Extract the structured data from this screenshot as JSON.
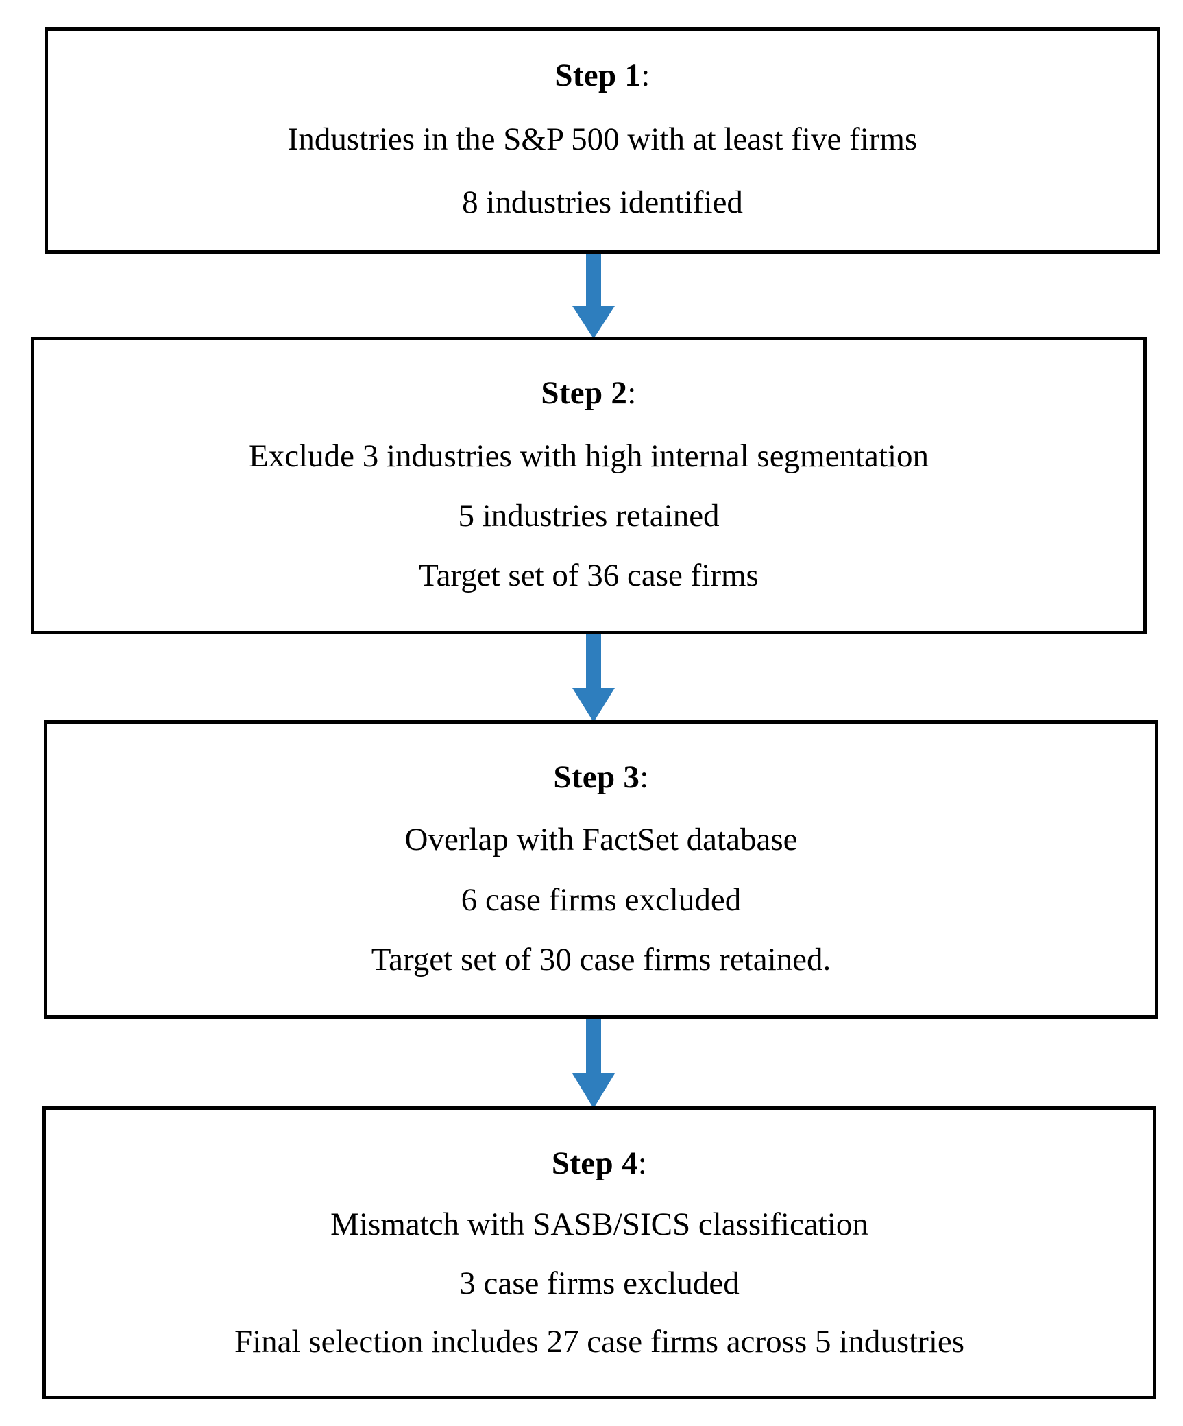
{
  "diagram": {
    "type": "flowchart",
    "orientation": "vertical",
    "accent_color": "#2E7EBE",
    "border_color": "#000000",
    "background_color": "#FFFFFF",
    "text_color": "#000000",
    "steps": [
      {
        "title": "Step 1",
        "colon": ":",
        "lines": [
          "Industries in the S&P 500 with at least five firms",
          "8 industries identified"
        ]
      },
      {
        "title": "Step 2",
        "colon": ":",
        "lines": [
          "Exclude 3 industries with high internal segmentation",
          "5 industries retained",
          "Target set of 36 case firms"
        ]
      },
      {
        "title": "Step 3",
        "colon": ":",
        "lines": [
          "Overlap with FactSet database",
          "6 case firms excluded",
          "Target set of 30 case firms retained."
        ]
      },
      {
        "title": "Step 4",
        "colon": ":",
        "lines": [
          "Mismatch with SASB/SICS classification",
          "3 case firms excluded",
          "Final selection includes 27 case firms across 5 industries"
        ]
      }
    ],
    "connectors": [
      {
        "name": "arrow-step1-to-step2",
        "direction": "down"
      },
      {
        "name": "arrow-step2-to-step3",
        "direction": "down"
      },
      {
        "name": "arrow-step3-to-step4",
        "direction": "down"
      }
    ]
  }
}
